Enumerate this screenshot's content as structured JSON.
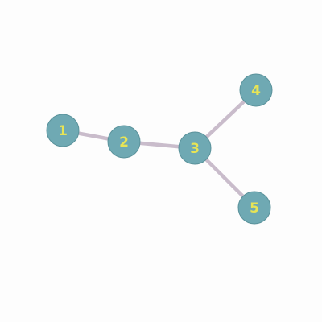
{
  "colors": {
    "background": "#fdfdfd",
    "node_fill": "#6fa9b3",
    "node_stroke": "#5a929b",
    "label": "#e8e455",
    "edge": "#c9bccb"
  },
  "nodes": [
    {
      "id": "1",
      "label": "1"
    },
    {
      "id": "2",
      "label": "2"
    },
    {
      "id": "3",
      "label": "3"
    },
    {
      "id": "4",
      "label": "4"
    },
    {
      "id": "5",
      "label": "5"
    }
  ],
  "edges": [
    {
      "source": "1",
      "target": "2"
    },
    {
      "source": "2",
      "target": "3"
    },
    {
      "source": "3",
      "target": "4"
    },
    {
      "source": "3",
      "target": "5"
    }
  ]
}
